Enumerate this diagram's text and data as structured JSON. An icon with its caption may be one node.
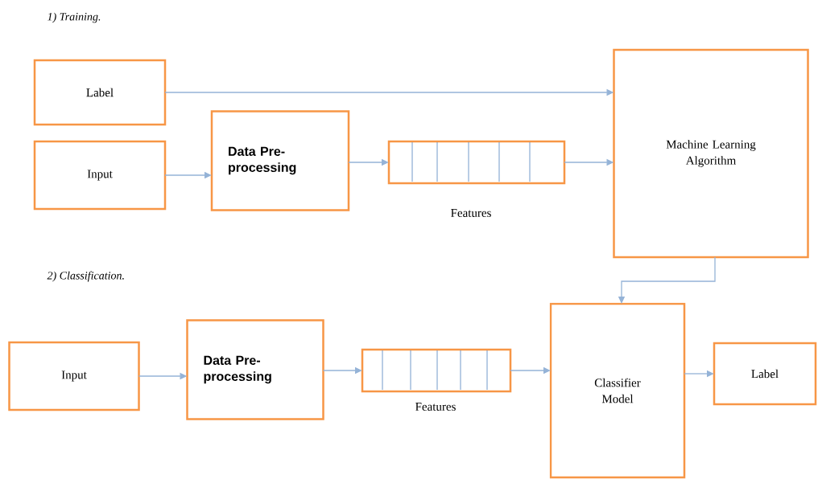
{
  "diagram": {
    "nodes": [
      {
        "text": [
          "Label"
        ]
      },
      {
        "text": [
          "Input"
        ]
      },
      {
        "text": [
          "Data Pre-processing"
        ]
      },
      {
        "text": [],
        "shape": "bar",
        "beside": [
          "Features"
        ]
      },
      {
        "text": [
          "Machine Learning Algorithm"
        ]
      },
      {
        "text": [
          "Input"
        ]
      },
      {
        "text": [
          "Data Pre-processing"
        ]
      },
      {
        "text": [],
        "shape": "bar",
        "beside": [
          "Features"
        ]
      },
      {
        "text": [
          "Classifier Model"
        ]
      },
      {
        "text": [
          "Label"
        ]
      }
    ],
    "edges": [
      {
        "from": 0,
        "to": 4,
        "arrow": "to"
      },
      {
        "from": 1,
        "to": 2,
        "arrow": "to"
      },
      {
        "from": 2,
        "to": 3,
        "arrow": "to"
      },
      {
        "from": 3,
        "to": 4,
        "arrow": "to"
      },
      {
        "from": 4,
        "to": 8,
        "arrow": "to"
      },
      {
        "from": 5,
        "to": 6,
        "arrow": "to"
      },
      {
        "from": 6,
        "to": 7,
        "arrow": "to"
      },
      {
        "from": 7,
        "to": 8,
        "arrow": "to"
      },
      {
        "from": 8,
        "to": 9,
        "arrow": "to"
      }
    ],
    "labels": [
      "1) Training.",
      "2)  Classification."
    ]
  }
}
